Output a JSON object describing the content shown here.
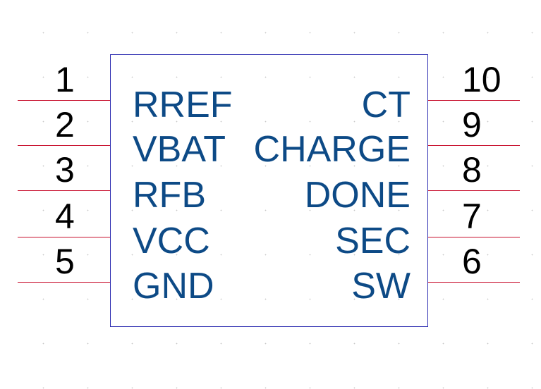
{
  "component": {
    "left_pins": [
      {
        "number": "1",
        "label": "RREF"
      },
      {
        "number": "2",
        "label": "VBAT"
      },
      {
        "number": "3",
        "label": "RFB"
      },
      {
        "number": "4",
        "label": "VCC"
      },
      {
        "number": "5",
        "label": "GND"
      }
    ],
    "right_pins": [
      {
        "number": "10",
        "label": "CT"
      },
      {
        "number": "9",
        "label": "CHARGE"
      },
      {
        "number": "8",
        "label": "DONE"
      },
      {
        "number": "7",
        "label": "SEC"
      },
      {
        "number": "6",
        "label": "SW"
      }
    ]
  },
  "colors": {
    "pin_line": "#c8102e",
    "body_outline": "#2b2bb0",
    "pin_label": "#0d4a86",
    "pin_number": "#000000"
  }
}
